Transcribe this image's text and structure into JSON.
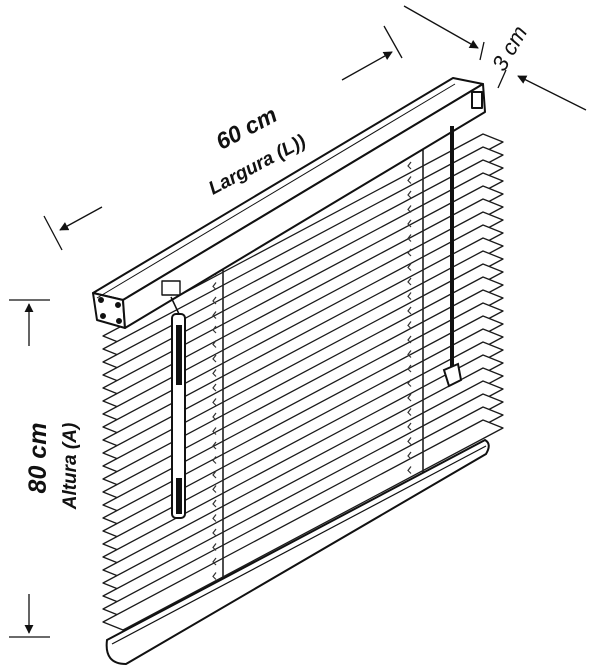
{
  "width": {
    "value": "60 cm",
    "label": "Largura (L))"
  },
  "height": {
    "value": "80 cm",
    "label": "Altura (A)"
  },
  "depth": {
    "value": "3 cm"
  },
  "colors": {
    "line": "#1a1a1a",
    "background": "#ffffff",
    "slat_fill": "#ffffff",
    "wand_dark": "#111111"
  },
  "icons": {
    "headrail": "headrail-box",
    "slats": "horizontal-slats",
    "tilt_wand": "tilt-wand",
    "lift_cord": "lift-cord",
    "bottom_rail": "bottom-rail",
    "dimension_arrows": "dimension-arrows"
  }
}
